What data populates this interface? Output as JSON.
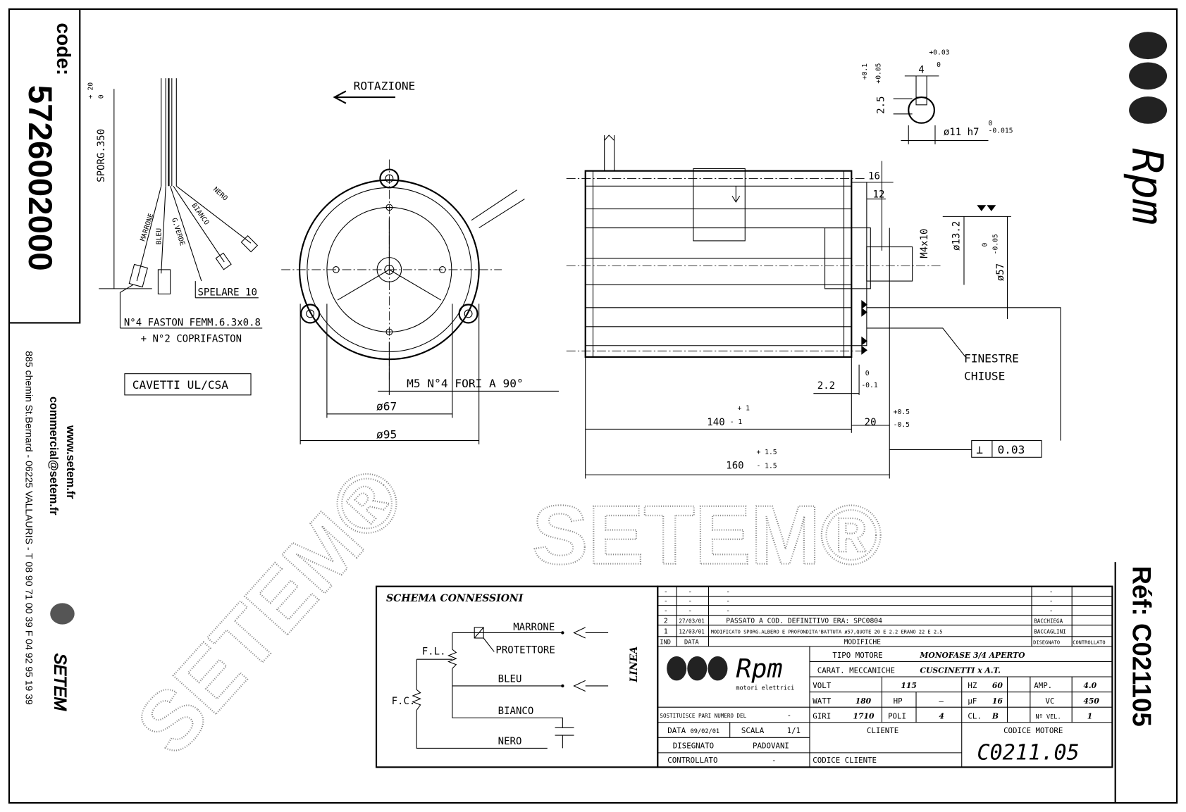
{
  "code_box": {
    "label": "code:",
    "value": "5726002000"
  },
  "contact": {
    "website": "www.setem.fr",
    "email": "commercial@setem.fr",
    "address": "885 chemin St.Bernard  -  06225 VALLAURIS  -  T 08 90 71 00 39   F 04 92 95 19 39",
    "logo_text": "SETEM"
  },
  "watermark": "SETEM®",
  "brand": {
    "rpm": "Rpm",
    "rpm_sub": "motori elettrici"
  },
  "reference": {
    "label": "Réf:",
    "value": "C021105"
  },
  "wiring": {
    "sporg": "SPORG.350",
    "sporg_tol_plus": "+ 20",
    "sporg_tol_minus": "0",
    "wires": [
      "MARRONE",
      "BLEU",
      "G.VERDE",
      "BIANCO",
      "NERO"
    ],
    "spelare": "SPELARE 10",
    "faston": "N°4 FASTON FEMM.6.3x0.8",
    "coprifaston": "+ N°2 COPRIFASTON",
    "cables": "CAVETTI UL/CSA"
  },
  "front_view": {
    "rotation": "ROTAZIONE",
    "holes": "M5 N°4 FORI A 90°",
    "d67": "ø67",
    "d95": "ø95"
  },
  "side_view": {
    "len140": "140",
    "len140_plus": "+ 1",
    "len140_minus": "- 1",
    "len160": "160",
    "len160_plus": "+ 1.5",
    "len160_minus": "- 1.5",
    "len20": "20",
    "len20_plus": "+0.5",
    "len20_minus": "-0.5",
    "d22": "2.2",
    "d22_plus": "0",
    "d22_minus": "-0.1",
    "perp": "⊥",
    "perp_tol": "0.03",
    "d16": "16",
    "d12": "12",
    "m4": "M4x10",
    "d13": "ø13.2",
    "d57": "ø57",
    "d57_tol_a": "0",
    "d57_tol_b": "-0.05",
    "windows_1": "FINESTRE",
    "windows_2": "CHIUSE",
    "shaft_d": "ø11 h7",
    "shaft_tol_a": "0",
    "shaft_tol_b": "-0.015",
    "key_w": "4",
    "key_tol_a": "+0.03",
    "key_tol_b": "0",
    "key_h": "2.5",
    "key_h_tol_a": "+0.1",
    "key_h_tol_b": "+0.05"
  },
  "schema": {
    "title": "SCHEMA CONNESSIONI",
    "marrone": "MARRONE",
    "protettore": "PROTETTORE",
    "bleu": "BLEU",
    "bianco": "BIANCO",
    "nero": "NERO",
    "fl": "F.L.",
    "fc": "F.C.",
    "linea": "LINEA"
  },
  "revisions": {
    "rows": [
      {
        "ind": "-",
        "data": "-",
        "desc": "-",
        "dis": "-",
        "ctrl": ""
      },
      {
        "ind": "-",
        "data": "-",
        "desc": "-",
        "dis": "-",
        "ctrl": ""
      },
      {
        "ind": "-",
        "data": "-",
        "desc": "-",
        "dis": "-",
        "ctrl": ""
      },
      {
        "ind": "2",
        "data": "27/03/01",
        "desc": "PASSATO A COD. DEFINITIVO ERA: SPC0804",
        "dis": "BACCHIEGA",
        "ctrl": ""
      },
      {
        "ind": "1",
        "data": "12/03/01",
        "desc": "MODIFICATO SPORG.ALBERO E PROFONDITA'BATTUTA ø57,QUOTE 20 E 2.2 ERANO 22 E 2.5",
        "dis": "BACCAGLINI",
        "ctrl": ""
      }
    ],
    "headers": {
      "ind": "IND",
      "data": "DATA",
      "desc": "MODIFICHE",
      "dis": "DISEGNATO",
      "ctrl": "CONTROLLATO"
    }
  },
  "specs": {
    "tipo_label": "TIPO MOTORE",
    "tipo": "MONOFASE 3/4 APERTO",
    "carat_label": "CARAT. MECCANICHE",
    "carat": "CUSCINETTI x A.T.",
    "volt_label": "VOLT",
    "volt": "115",
    "hz_label": "HZ",
    "hz": "60",
    "amp_label": "AMP.",
    "amp": "4.0",
    "watt_label": "WATT",
    "watt": "180",
    "hp_label": "HP",
    "hp": "—",
    "uf_label": "µF",
    "uf": "16",
    "vc_label": "VC",
    "vc": "450",
    "giri_label": "GIRI",
    "giri": "1710",
    "poli_label": "POLI",
    "poli": "4",
    "cl_label": "CL.",
    "cl": "B",
    "vel_label": "Nº VEL.",
    "vel": "1"
  },
  "title_block": {
    "sostituisce_label": "SOSTITUISCE PARI NUMERO DEL",
    "sostituisce": "-",
    "data_label": "DATA",
    "data": "09/02/01",
    "scala_label": "SCALA",
    "scala": "1/1",
    "disegnato_label": "DISEGNATO",
    "disegnato": "PADOVANI",
    "controllato_label": "CONTROLLATO",
    "controllato": "-",
    "cliente_label": "CLIENTE",
    "codice_cliente_label": "CODICE CLIENTE",
    "codice_motore_label": "CODICE MOTORE",
    "codice_motore": "C0211.05"
  }
}
